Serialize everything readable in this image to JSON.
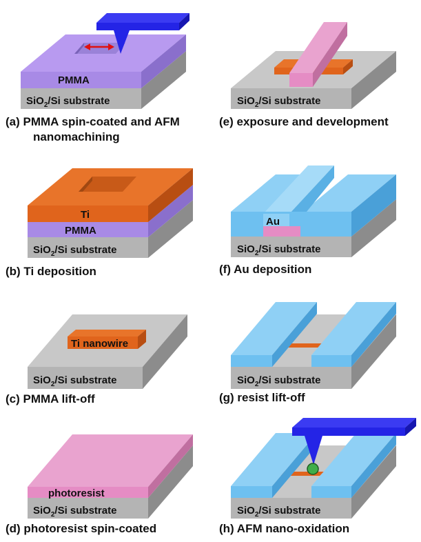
{
  "labels": {
    "sio2_prefix": "SiO",
    "sio2_sub": "2",
    "sio2_suffix": "/Si substrate",
    "pmma": "PMMA",
    "ti": "Ti",
    "ti_nanowire": "Ti nanowire",
    "photoresist": "photoresist",
    "au": "Au"
  },
  "captions": {
    "a_line1": "(a) PMMA spin-coated and AFM",
    "a_line2": "nanomachining",
    "b": "(b) Ti deposition",
    "c": "(c) PMMA lift-off",
    "d": "(d) photoresist spin-coated",
    "e": "(e) exposure and development",
    "f": "(f) Au deposition",
    "g": "(g) resist lift-off",
    "h": "(h) AFM nano-oxidation"
  },
  "colors": {
    "substrate_top": "#c8c8c8",
    "substrate_front": "#b4b4b4",
    "substrate_side": "#8c8c8c",
    "pmma_top": "#b89af0",
    "pmma_front": "#a88ae6",
    "pmma_side": "#8a6fcc",
    "ti_top": "#e8742a",
    "ti_front": "#e0641c",
    "ti_side": "#b84e12",
    "resist_top": "#e9a3cf",
    "resist_front": "#e58cc4",
    "resist_side": "#c06fa0",
    "au_top": "#8fd0f5",
    "au_front": "#6ec0f0",
    "au_side": "#4aa0d8",
    "afm_blue": "#2424e6",
    "arrow_red": "#e01010",
    "oxide_green": "#3fae49"
  },
  "icons": {
    "afm_tip": "afm-cantilever-icon",
    "machining_arrow": "double-arrow-icon",
    "oxide_dot": "oxide-dot-icon"
  }
}
